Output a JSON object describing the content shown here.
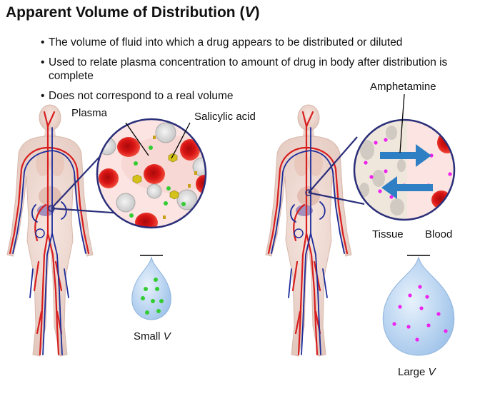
{
  "title": {
    "text": "Apparent Volume of Distribution (",
    "symbol": "V",
    "close": ")"
  },
  "bullets": [
    "The volume of fluid into which a drug appears to be distributed or diluted",
    "Used to relate plasma concentration to amount of drug in body after distribution is complete",
    "Does not correspond to a real volume"
  ],
  "left_panel": {
    "plasma_label": "Plasma",
    "drug_label": "Salicylic acid",
    "volume_label": "Small ",
    "volume_symbol": "V",
    "drug_color": "#33cc33"
  },
  "right_panel": {
    "drug_label": "Amphetamine",
    "tissue_label": "Tissue",
    "blood_label": "Blood",
    "volume_label": "Large ",
    "volume_symbol": "V",
    "drug_color": "#ee22ee"
  },
  "colors": {
    "artery": "#d81e1e",
    "vein": "#1c2c9a",
    "rbc": "#d40f0f",
    "arrow": "#2f7fc4",
    "flask_fill": "#bcd8f2"
  }
}
